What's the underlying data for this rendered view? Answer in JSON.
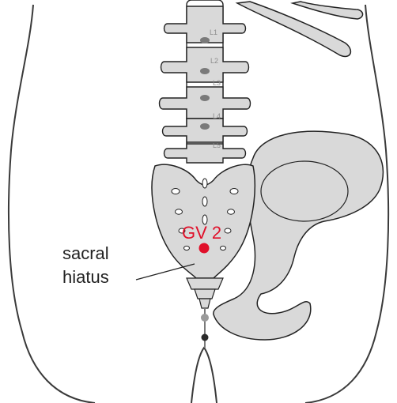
{
  "vertebra_labels": [
    "L1",
    "L2",
    "L3",
    "L4",
    "L5"
  ],
  "annotation": {
    "line1": "sacral",
    "line2": "hiatus"
  },
  "acupoint": {
    "label": "GV 2",
    "color": "#e0102a"
  },
  "colors": {
    "bone_fill": "#d9d9d9",
    "outline": "#222222",
    "body_outline": "#3a3a3a"
  }
}
